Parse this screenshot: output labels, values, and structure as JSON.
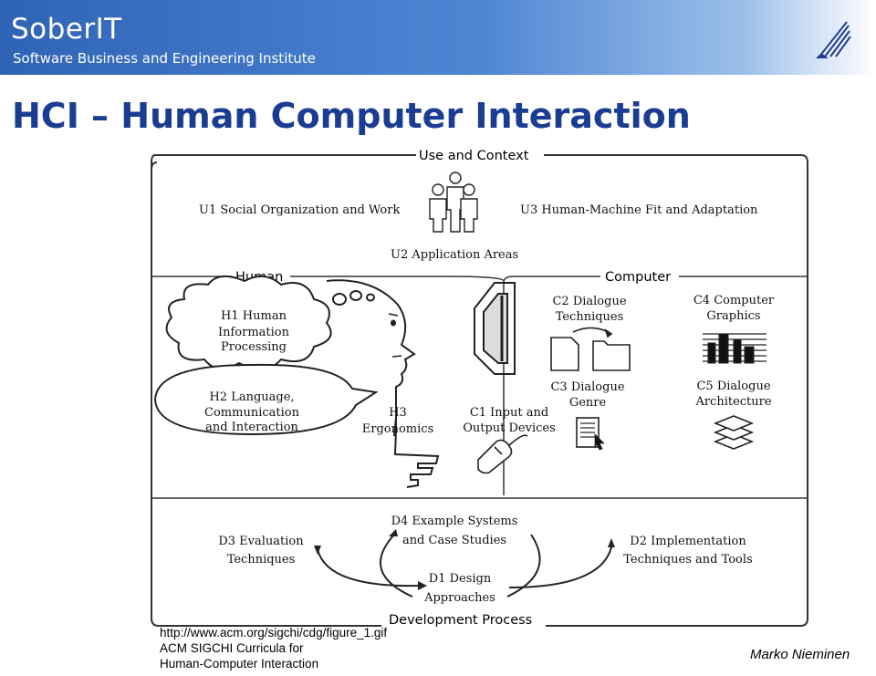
{
  "header": {
    "brand": "SoberIT",
    "brand_subtitle": "Software Business and Engineering Institute",
    "logo_icon": "triangle-stripes-logo"
  },
  "slide": {
    "title": "HCI – Human Computer Interaction"
  },
  "diagram": {
    "sections": {
      "use_and_context": "Use and Context",
      "human": "Human",
      "computer": "Computer",
      "development_process": "Development Process"
    },
    "u1": "U1 Social Organization and Work",
    "u2": "U2 Application Areas",
    "u3": "U3 Human-Machine Fit and Adaptation",
    "h1": [
      "H1 Human",
      "Information",
      "Processing"
    ],
    "h2": [
      "H2 Language,",
      "Communication",
      "and Interaction"
    ],
    "h3": [
      "H3",
      "Ergonomics"
    ],
    "c1": [
      "C1 Input and",
      "Output Devices"
    ],
    "c2": [
      "C2 Dialogue",
      "Techniques"
    ],
    "c3": [
      "C3 Dialogue",
      "Genre"
    ],
    "c4": [
      "C4 Computer",
      "Graphics"
    ],
    "c5": [
      "C5 Dialogue",
      "Architecture"
    ],
    "d1": [
      "D1 Design",
      "Approaches"
    ],
    "d2": [
      "D2 Implementation",
      "Techniques and Tools"
    ],
    "d3": [
      "D3 Evaluation",
      "Techniques"
    ],
    "d4": [
      "D4 Example Systems",
      "and Case Studies"
    ]
  },
  "footer": {
    "source_url": "http://www.acm.org/sigchi/cdg/figure_1.gif",
    "source_line2": "ACM SIGCHI Curricula for",
    "source_line3": "Human-Computer Interaction",
    "author": "Marko Nieminen"
  }
}
